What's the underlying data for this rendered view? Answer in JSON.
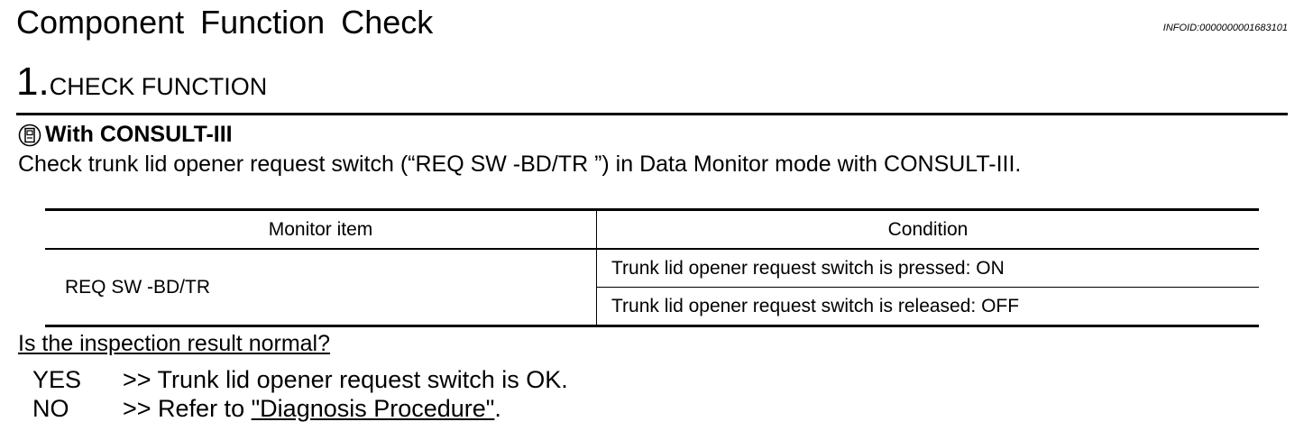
{
  "header": {
    "title": "Component  Function  Check",
    "info_id": "INFOID:0000000001683101"
  },
  "step": {
    "number": "1.",
    "label": "CHECK FUNCTION"
  },
  "consult": {
    "icon": "consult-tool-icon",
    "label": "With CONSULT-III"
  },
  "description": "Check trunk lid opener request switch (“REQ SW -BD/TR ”) in Data Monitor mode with CONSULT-III.",
  "table": {
    "headers": [
      "Monitor item",
      "Condition"
    ],
    "item": "REQ SW -BD/TR",
    "conditions": [
      "Trunk lid opener request switch is pressed: ON",
      "Trunk lid opener request switch is released: OFF"
    ]
  },
  "question": "Is the inspection result normal?",
  "answers": {
    "yes": {
      "key": "YES",
      "text": ">> Trunk lid opener request switch is OK."
    },
    "no": {
      "key": "NO",
      "prefix": ">> Refer to ",
      "link": "\"Diagnosis Procedure\"",
      "suffix": "."
    }
  }
}
